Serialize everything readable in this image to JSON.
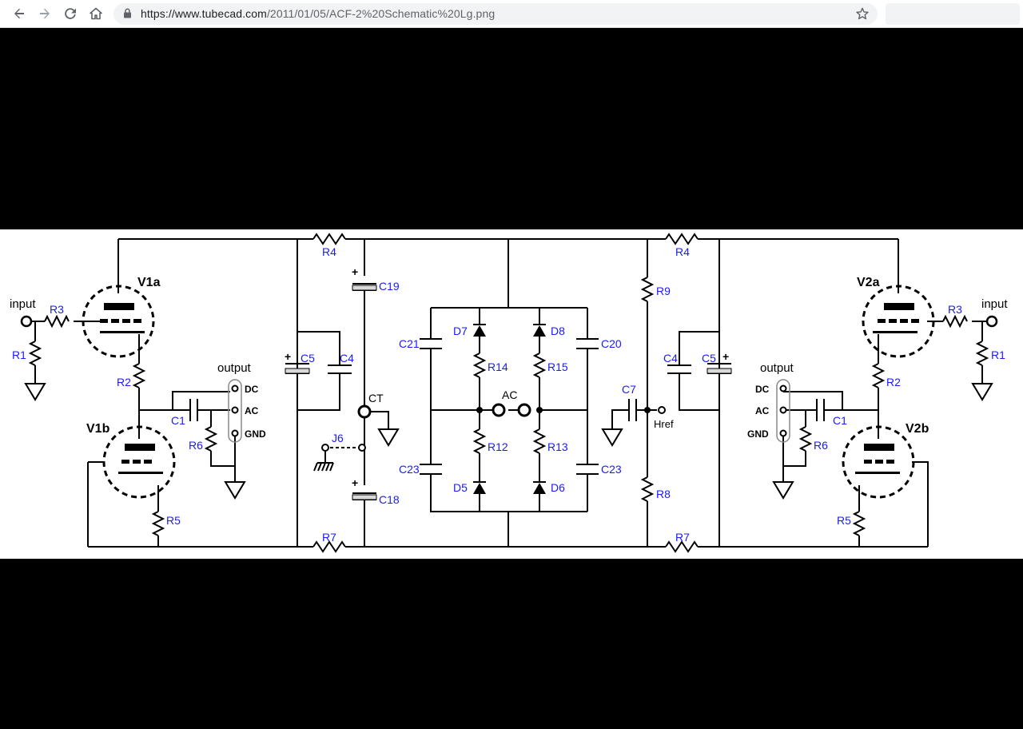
{
  "browser": {
    "url_host": "https://www.tubecad.com",
    "url_path": "/2011/01/05/ACF-2%20Schematic%20Lg.png",
    "icons": [
      "back-arrow-icon",
      "forward-arrow-icon",
      "reload-icon",
      "home-icon",
      "lock-icon",
      "bookmark-star-icon"
    ]
  },
  "schematic": {
    "left": {
      "input": "input",
      "r3": "R3",
      "r1": "R1",
      "v1a": "V1a",
      "r2": "R2",
      "v1b": "V1b",
      "c1": "C1",
      "r6": "R6",
      "r5": "R5",
      "output": "output",
      "dc": "DC",
      "ac": "AC",
      "gnd": "GND",
      "r4": "R4",
      "c5": "C5",
      "c4": "C4",
      "c19": "C19",
      "ct": "CT",
      "j6": "J6",
      "c18": "C18",
      "r7": "R7"
    },
    "center": {
      "c21": "C21",
      "d7": "D7",
      "r14": "R14",
      "d8": "D8",
      "r15": "R15",
      "c20": "C20",
      "ac": "AC",
      "c23a": "C23",
      "r12": "R12",
      "d5": "D5",
      "r13": "R13",
      "d6": "D6",
      "c23b": "C23"
    },
    "right": {
      "r9": "R9",
      "r8": "R8",
      "c7": "C7",
      "href": "Href",
      "r4": "R4",
      "c4": "C4",
      "c5": "C5",
      "r7": "R7",
      "output": "output",
      "dc": "DC",
      "ac": "AC",
      "gnd": "GND",
      "c1": "C1",
      "r6": "R6",
      "v2a": "V2a",
      "r2": "R2",
      "r3": "R3",
      "input": "input",
      "r1": "R1",
      "v2b": "V2b",
      "r5": "R5"
    },
    "colors": {
      "label_blue": "#1a1aff",
      "wire": "#000000",
      "background": "#ffffff"
    }
  }
}
